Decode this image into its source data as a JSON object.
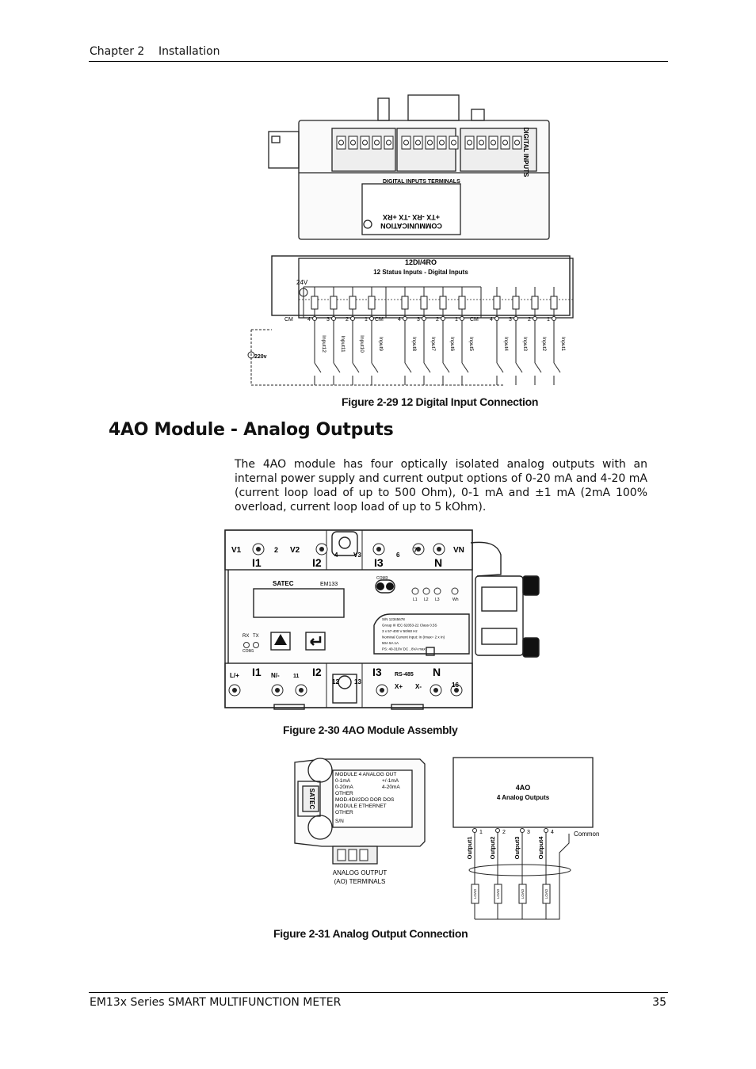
{
  "header": {
    "chapter": "Chapter 2",
    "section": "Installation"
  },
  "figures": {
    "fig29": {
      "caption": "Figure 2-29 12 Digital Input Connection",
      "terminals_label": "DIGITAL INPUTS TERMINALS",
      "comm_label": "COMMUNICATION",
      "comm_pins": "+TX -RX -TX +RX",
      "side_label": "DIGITAL INPUTS",
      "module_title": "12DI/4RO",
      "module_subtitle": "12 Status Inputs - Digital Inputs",
      "voltage_24": "24V",
      "voltage_220": "220v",
      "cm_label": "CM",
      "inputs": [
        "Input12",
        "Input11",
        "Input10",
        "Input9",
        "Input8",
        "Input7",
        "Input6",
        "Input5",
        "Input4",
        "Input3",
        "Input2",
        "Input1"
      ],
      "pin_numbers": [
        "4",
        "3",
        "2",
        "1"
      ]
    },
    "fig30": {
      "caption": "Figure 2-30  4AO Module Assembly",
      "brand": "SATEC",
      "model": "EM133",
      "com_label": "COM3",
      "rx_tx": [
        "RX",
        "TX"
      ],
      "com1_label": "COM1",
      "leds": [
        "L1",
        "L2",
        "L3",
        "Wh"
      ],
      "top_terminals": [
        "V1",
        "2",
        "V2",
        "I1",
        "I2",
        "4",
        "V3",
        "I3",
        "6",
        "7",
        "N",
        "VN"
      ],
      "bottom_terminals": [
        "L/+",
        "N/-",
        "11",
        "I1",
        "I2",
        "12",
        "13",
        "I3",
        "RS-485",
        "X+",
        "X-",
        "N",
        "16"
      ],
      "plate_lines": [
        "S/N 12345678",
        "Group III   IEC 62053-22   Class 0.5S",
        "3 x 57-400 V   50/60 Hz",
        "Nominal Current Input: In (Imax= 2 x In)",
        "50A    5A    1A",
        "PS: 40-310V DC , 8VA max"
      ]
    },
    "fig31": {
      "caption": "Figure 2-31 Analog Output Connection",
      "label_lines": [
        "MODULE 4 ANALOG OUT",
        "0-1mA",
        "+/-1mA",
        "0-20mA",
        "4-20mA",
        "OTHER",
        "MOD.4DI/2DO DOR DOS",
        "MODULE ETHERNET",
        "OTHER",
        "S/N"
      ],
      "side_brand": "SATEC",
      "terminals_label_1": "ANALOG OUTPUT",
      "terminals_label_2": "(AO) TERMINALS",
      "module_title": "4AO",
      "module_subtitle": "4 Analog Outputs",
      "outputs": [
        "Output1",
        "Output2",
        "Output3",
        "Output4"
      ],
      "pin_numbers": [
        "1",
        "2",
        "3",
        "4"
      ],
      "common_label": "Common",
      "load_label": "LOAD"
    }
  },
  "section": {
    "title": "4AO Module - Analog Outputs",
    "body": "The 4AO module has four optically isolated analog outputs with an internal power supply and current output options of 0-20 mA and 4-20 mA (current loop load of up to 500 Ohm), 0-1 mA and ±1 mA (2mA 100% overload, current loop load of up to 5 kOhm)."
  },
  "footer": {
    "title": "EM13x Series SMART MULTIFUNCTION METER",
    "page": "35"
  }
}
